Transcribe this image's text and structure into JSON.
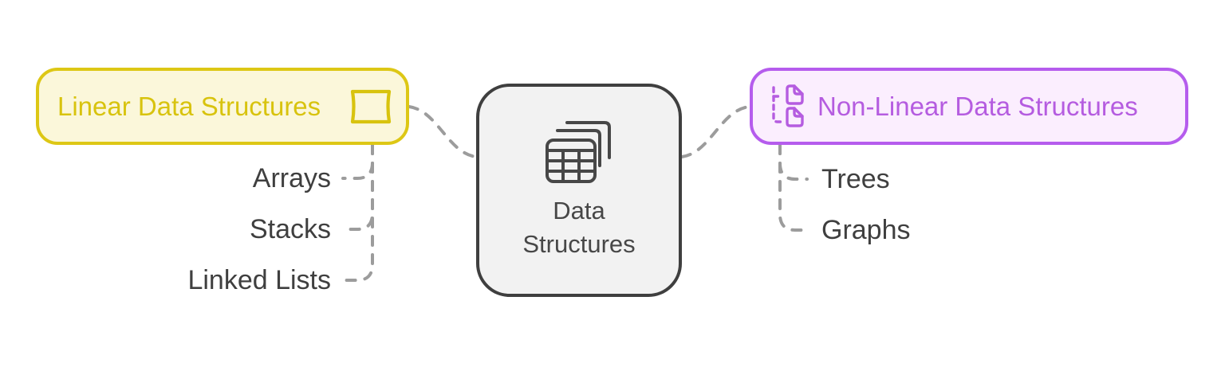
{
  "root": {
    "lines": [
      "Data",
      "Structures"
    ],
    "icon": "stacked-tables-icon"
  },
  "branches": {
    "left": {
      "label": "Linear Data Structures",
      "icon": "card-icon",
      "children": [
        "Arrays",
        "Stacks",
        "Linked Lists"
      ]
    },
    "right": {
      "label": "Non-Linear Data Structures",
      "icon": "file-tree-icon",
      "children": [
        "Trees",
        "Graphs"
      ]
    }
  },
  "colors": {
    "canvas-bg": "#ffffff",
    "linear-bg": "#fbf7da",
    "linear-border": "#ddc715",
    "linear-text": "#d8c30e",
    "nonlinear-bg": "#fbeefe",
    "nonlinear-border": "#b55ced",
    "nonlinear-text": "#b55ce0",
    "root-bg": "#f2f2f2",
    "root-border": "#3f3f3f",
    "root-text": "#474747",
    "child-text": "#3f3f3f",
    "connector": "#9c9c9c"
  }
}
